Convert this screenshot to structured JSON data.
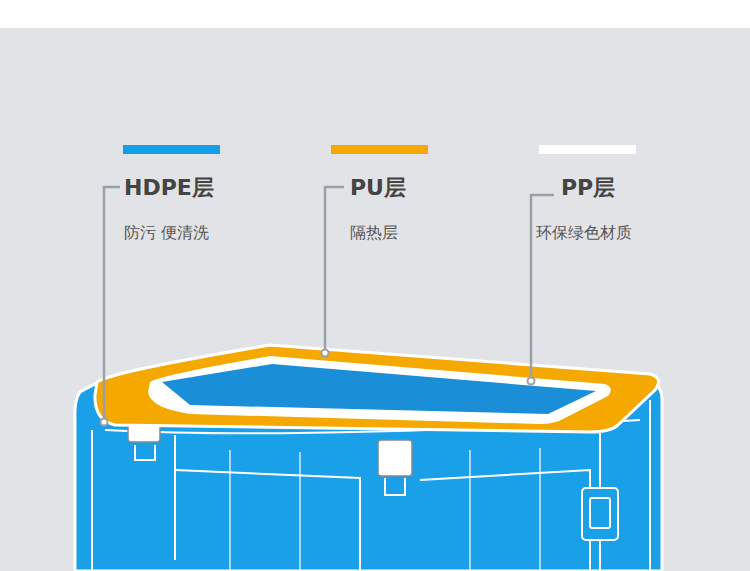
{
  "diagram": {
    "labels": [
      "防污 便清洗",
      "隔热层",
      "环保绿色材质"
    ],
    "legend": [
      {
        "text": "HDPE层",
        "color": "#129fe6"
      },
      {
        "text": "PU层",
        "color": "#f5a800"
      },
      {
        "text": "PP层",
        "color": "#ffffff"
      }
    ]
  }
}
